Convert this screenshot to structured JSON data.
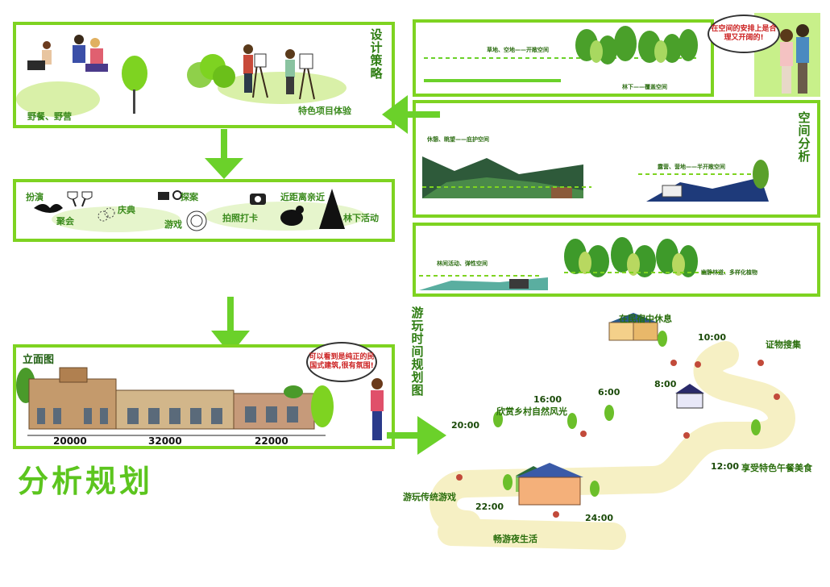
{
  "strategy": {
    "title": "设计策略",
    "picnic": "野餐、野营",
    "experience": "特色项目体验",
    "activities": {
      "cosplay": "扮演",
      "party": "聚会",
      "celebration": "庆典",
      "explore": "探案",
      "game": "游戏",
      "photo": "拍照打卡",
      "close": "近距离亲近",
      "forest": "林下活动"
    }
  },
  "space": {
    "title": "空间分析",
    "question": "在空间的安排上是合理又开阔的!",
    "labels": {
      "open": "草地、空地——开敞空间",
      "under_forest": "林下——覆盖空间",
      "rest": "休憩、眺望——庇护空间",
      "camping": "露营、营地——半开敞空间",
      "flexible": "林间活动、弹性空间",
      "path": "幽静林道、多样化植物"
    }
  },
  "elevation": {
    "title": "立面图",
    "bubble": "可以看到是纯正的民国式建筑,很有氛围!",
    "dims": [
      "20000",
      "32000",
      "22000"
    ]
  },
  "analysis_title": "分析规划",
  "timeline": {
    "title": "游玩时间规划图",
    "events": {
      "rest": "在民宿中休息",
      "evidence": "证物搜集",
      "scenery": "欣赏乡村自然风光",
      "lunch": "享受特色午餐美食",
      "traditional": "游玩传统游戏",
      "night": "畅游夜生活"
    },
    "times": {
      "t600": "6:00",
      "t800": "8:00",
      "t1000": "10:00",
      "t1200": "12:00",
      "t1600": "16:00",
      "t2000": "20:00",
      "t2200": "22:00",
      "t2400": "24:00"
    }
  },
  "colors": {
    "accent": "#7ed321",
    "dark_green": "#2e7d12",
    "path": "#f6f0c4"
  }
}
